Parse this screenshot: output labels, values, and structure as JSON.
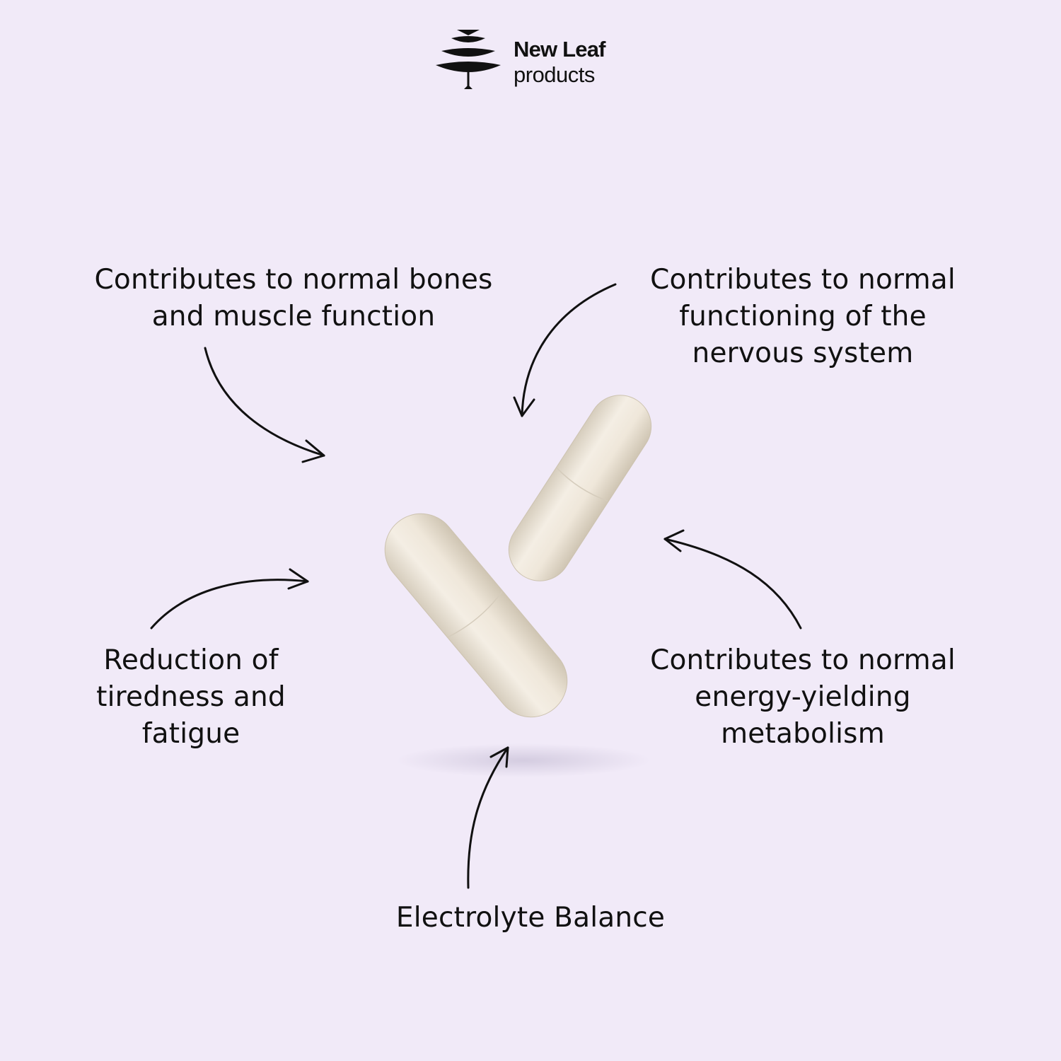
{
  "brand": {
    "name": "New Leaf",
    "sub": "products",
    "logo_icon": "tiered-leaf-icon",
    "ink_color": "#111111"
  },
  "background_color": "#f1eaf8",
  "capsule_color": "#efe7da",
  "benefits": [
    {
      "text": "Contributes to normal bones\nand muscle function"
    },
    {
      "text": "Contributes to normal\nfunctioning of the\nnervous system"
    },
    {
      "text": "Reduction of\ntiredness and\nfatigue"
    },
    {
      "text": "Contributes to normal\nenergy-yielding\nmetabolism"
    },
    {
      "text": "Electrolyte Balance"
    }
  ]
}
